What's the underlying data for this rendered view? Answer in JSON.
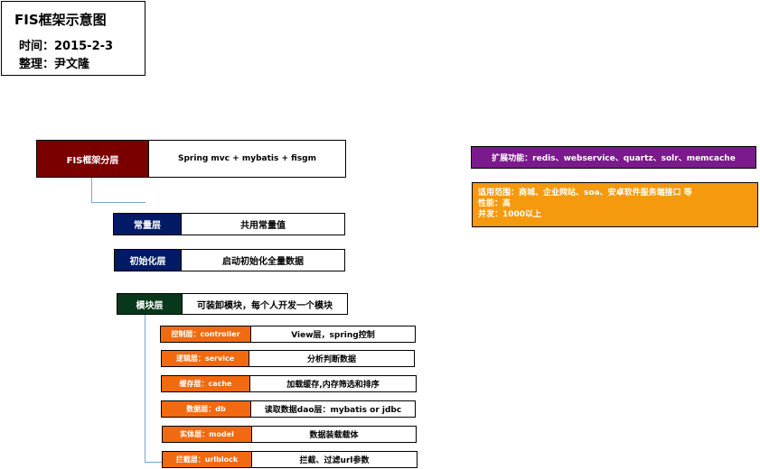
{
  "header": {
    "title": "FIS框架示意图",
    "time": "时间：2015-2-3",
    "author": "整理：尹文隆"
  },
  "framework": {
    "label": "FIS框架分层",
    "value": "Spring mvc + mybatis + fisgm",
    "label_color": "#7a0000"
  },
  "layers": [
    {
      "label": "常量层",
      "value": "共用常量值",
      "color": "#001a66"
    },
    {
      "label": "初始化层",
      "value": "启动初始化全量数据",
      "color": "#001a66"
    },
    {
      "label": "模块层",
      "value": "可装卸模块，每个人开发一个模块",
      "color": "#08381b"
    }
  ],
  "module_sublayers": [
    {
      "label": "控制层：controller",
      "value": "View层，spring控制"
    },
    {
      "label": "逻辑层：service",
      "value": "分析判断数据"
    },
    {
      "label": "缓存层：cache",
      "value": "加载缓存,内存筛选和排序"
    },
    {
      "label": "数据层：db",
      "value": "读取数据dao层：mybatis or jdbc"
    },
    {
      "label": "实体层：model",
      "value": "数据装载载体"
    },
    {
      "label": "拦截层：urlblock",
      "value": "拦截、过滤url参数"
    }
  ],
  "sublayer_color": "#f26a10",
  "extension": {
    "text": "扩展功能：redis、webservice、quartz、solr、memcache",
    "color": "#7b1a8c"
  },
  "scope": {
    "line1": "适用范围：商城、企业网站、soa、安卓软件服务端接口 等",
    "line2": "性能：高",
    "line3": "并发：1000以上",
    "color": "#f5990d"
  }
}
